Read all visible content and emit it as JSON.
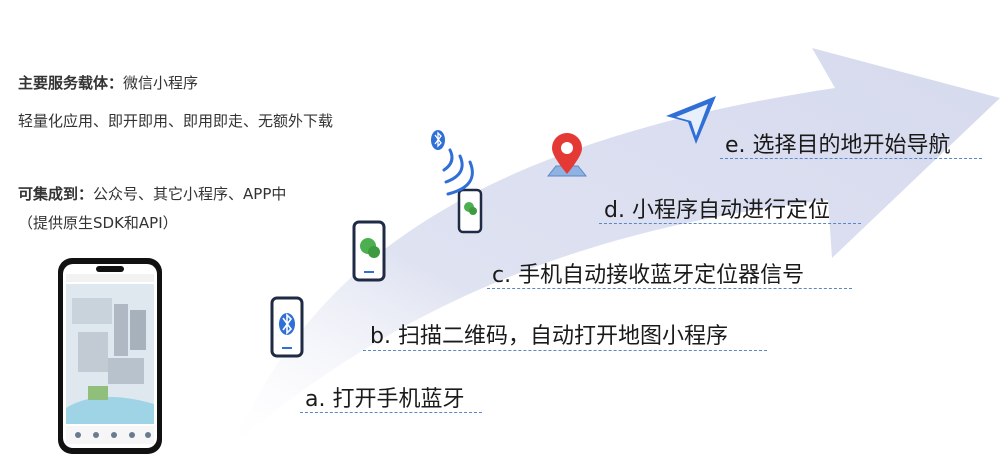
{
  "left": {
    "carrier_label": "主要服务载体：",
    "carrier_value": "微信小程序",
    "carrier_desc": "轻量化应用、即开即用、即用即走、无额外下载",
    "integrate_label": "可集成到：",
    "integrate_value": "公众号、其它小程序、APP中",
    "integrate_desc": "（提供原生SDK和API）"
  },
  "steps": [
    {
      "label": "a. 打开手机蓝牙"
    },
    {
      "label": "b. 扫描二维码，自动打开地图小程序"
    },
    {
      "label": "c. 手机自动接收蓝牙定位器信号"
    },
    {
      "label": "d. 小程序自动进行定位"
    },
    {
      "label": "e. 选择目的地开始导航"
    }
  ],
  "icons": {
    "phone_bluetooth": "bluetooth-phone-icon",
    "phone_wechat": "wechat-phone-icon",
    "beacon": "bluetooth-beacon-icon",
    "location": "map-pin-icon",
    "navigation": "navigation-arrow-icon"
  },
  "colors": {
    "arrow": "#dde0f0",
    "dash": "#5b86c7",
    "phone_outline": "#1f2a44",
    "bluetooth": "#2f6fd6",
    "wechat": "#4caf50",
    "pin": "#e53935",
    "nav": "#2f6fd6"
  }
}
